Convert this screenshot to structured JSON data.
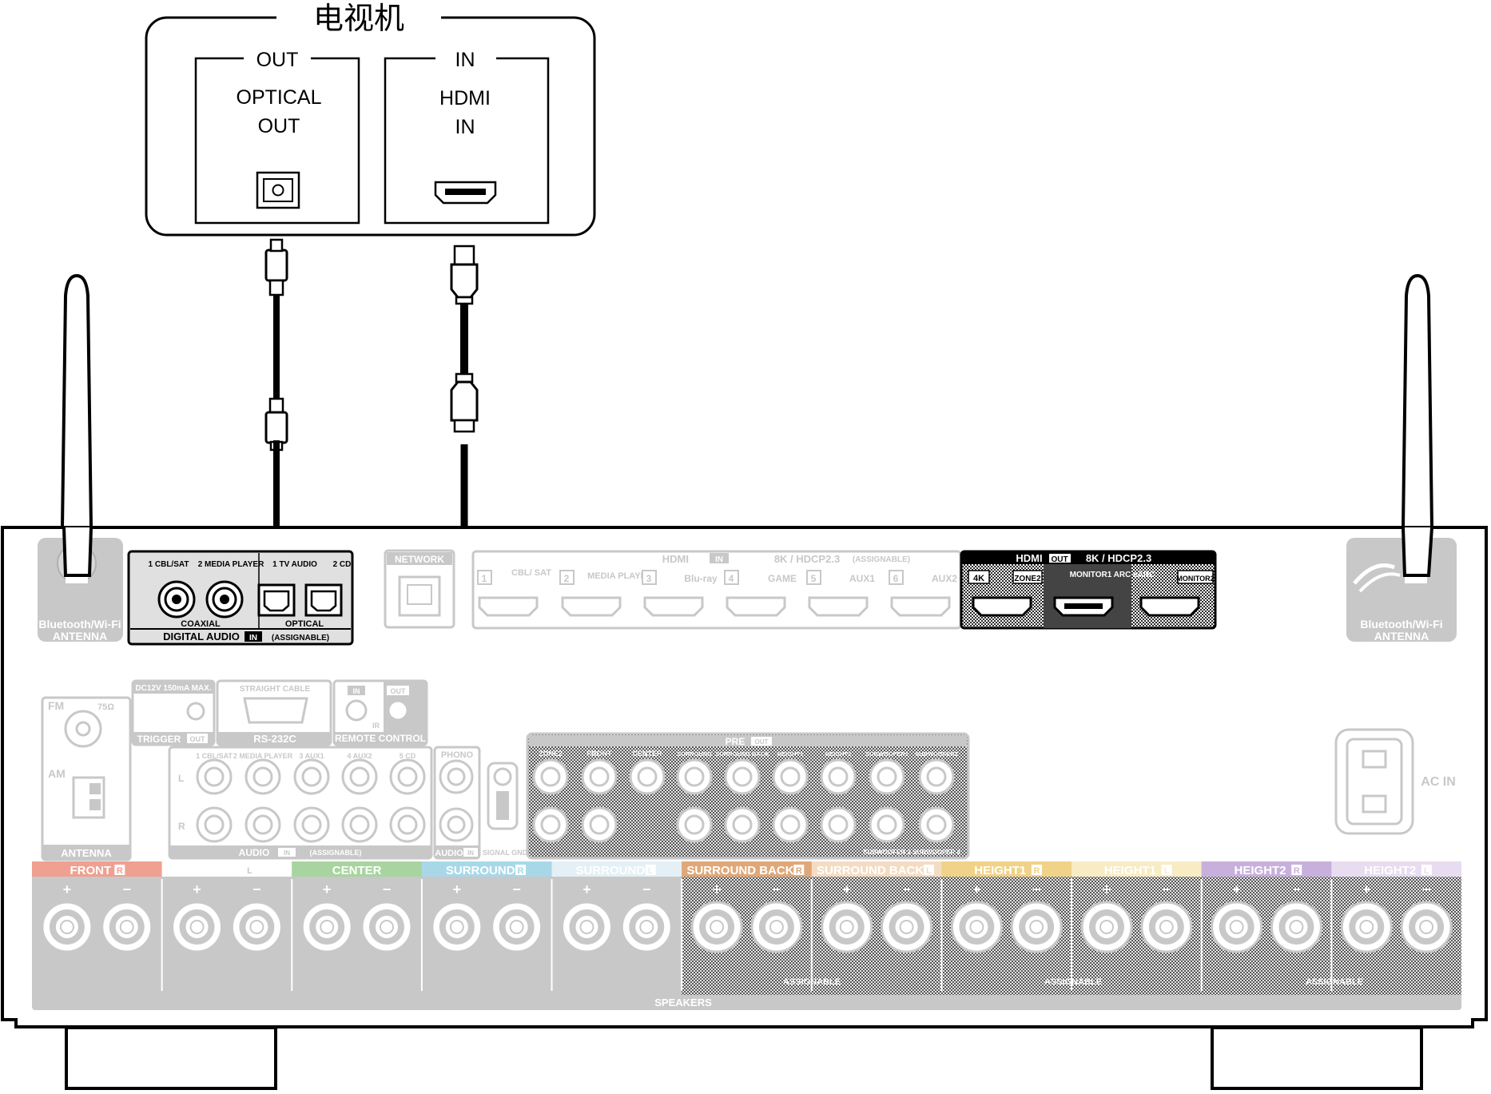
{
  "tv": {
    "title": "电视机",
    "out_group_label": "OUT",
    "in_group_label": "IN",
    "optical_label_line1": "OPTICAL",
    "optical_label_line2": "OUT",
    "hdmi_label_line1": "HDMI",
    "hdmi_label_line2": "IN"
  },
  "receiver": {
    "antenna_left_label_line1": "Bluetooth/Wi-Fi",
    "antenna_left_label_line2": "ANTENNA",
    "antenna_right_label_line1": "Bluetooth/Wi-Fi",
    "antenna_right_label_line2": "ANTENNA",
    "digital_audio": {
      "input_labels": [
        "1 CBL/SAT",
        "2 MEDIA PLAYER",
        "1 TV AUDIO",
        "2 CD"
      ],
      "coaxial_label": "COAXIAL",
      "optical_label": "OPTICAL",
      "footer": "DIGITAL AUDIO",
      "footer_tag": "IN",
      "footer_note": "(ASSIGNABLE)"
    },
    "network_label": "NETWORK",
    "hdmi_in": {
      "header": "HDMI",
      "header_tag": "IN",
      "header_spec": "8K / HDCP2.3",
      "header_note": "(ASSIGNABLE)",
      "inputs": [
        "CBL/ SAT",
        "MEDIA PLAYER",
        "Blu-ray",
        "GAME",
        "AUX1",
        "AUX2"
      ],
      "numbers": [
        "1",
        "2",
        "3",
        "4",
        "5",
        "6"
      ]
    },
    "hdmi_out": {
      "header": "HDMI",
      "header_tag": "OUT",
      "header_spec": "8K / HDCP2.3",
      "port_labels": [
        "4K",
        "ZONE2",
        "MONITOR1 ARC eARC",
        "MONITOR2"
      ]
    },
    "antenna_section": {
      "fm_label": "FM",
      "fm_ohm": "75Ω",
      "am_label": "AM",
      "footer": "ANTENNA"
    },
    "trigger": {
      "spec": "DC12V 150mA MAX.",
      "label": "TRIGGER",
      "tag": "OUT"
    },
    "rs232c": {
      "spec": "STRAIGHT CABLE",
      "label": "RS-232C"
    },
    "remote": {
      "in_tag": "IN",
      "out_tag": "OUT",
      "ir_label": "IR",
      "label": "REMOTE CONTROL"
    },
    "audio_in": {
      "inputs": [
        "1 CBL/SAT",
        "2 MEDIA PLAYER",
        "3 AUX1",
        "4 AUX2",
        "5 CD"
      ],
      "channel_l": "L",
      "channel_r": "R",
      "footer": "AUDIO",
      "footer_tag": "IN",
      "footer_note": "(ASSIGNABLE)"
    },
    "phono": {
      "label": "PHONO",
      "footer": "AUDIO",
      "footer_tag": "IN",
      "gnd_label": "SIGNAL GND"
    },
    "pre_out": {
      "header": "PRE",
      "header_tag": "OUT",
      "channels": [
        "ZONE2",
        "FRONT",
        "CENTER",
        "SURROUND",
        "SURROUND BACK",
        "HEIGHT1",
        "HEIGHT2",
        "SUBWOOFER1",
        "SUBWOOFER2"
      ],
      "lower_labels": [
        "SUBWOOFER 3",
        "SUBWOOFER 4"
      ]
    },
    "ac_in_label": "AC IN",
    "speakers": {
      "footer": "SPEAKERS",
      "assignable_label": "ASSIGNABLE",
      "plus": "+",
      "minus": "−",
      "channels": [
        {
          "name": "FRONT",
          "side": "R",
          "color": "#f0a090"
        },
        {
          "name": "FRONT",
          "side": "L",
          "color": "#ffffff"
        },
        {
          "name": "CENTER",
          "side": "",
          "color": "#a8d4a0"
        },
        {
          "name": "SURROUND",
          "side": "R",
          "color": "#a8d8e8"
        },
        {
          "name": "SURROUND",
          "side": "L",
          "color": "#e4f0f6"
        },
        {
          "name": "SURROUND BACK",
          "side": "R",
          "color": "#e0a878"
        },
        {
          "name": "SURROUND BACK",
          "side": "L",
          "color": "#f4dcc4"
        },
        {
          "name": "HEIGHT1",
          "side": "R",
          "color": "#f0d288"
        },
        {
          "name": "HEIGHT1",
          "side": "L",
          "color": "#f8ecc4"
        },
        {
          "name": "HEIGHT2",
          "side": "R",
          "color": "#c8b0dc"
        },
        {
          "name": "HEIGHT2",
          "side": "L",
          "color": "#e8dcf0"
        }
      ]
    }
  },
  "colors": {
    "line": "#000000",
    "gray_panel": "#c8c8c8",
    "gray_text": "#ffffff",
    "hdmi_out_bg": "#222222"
  }
}
